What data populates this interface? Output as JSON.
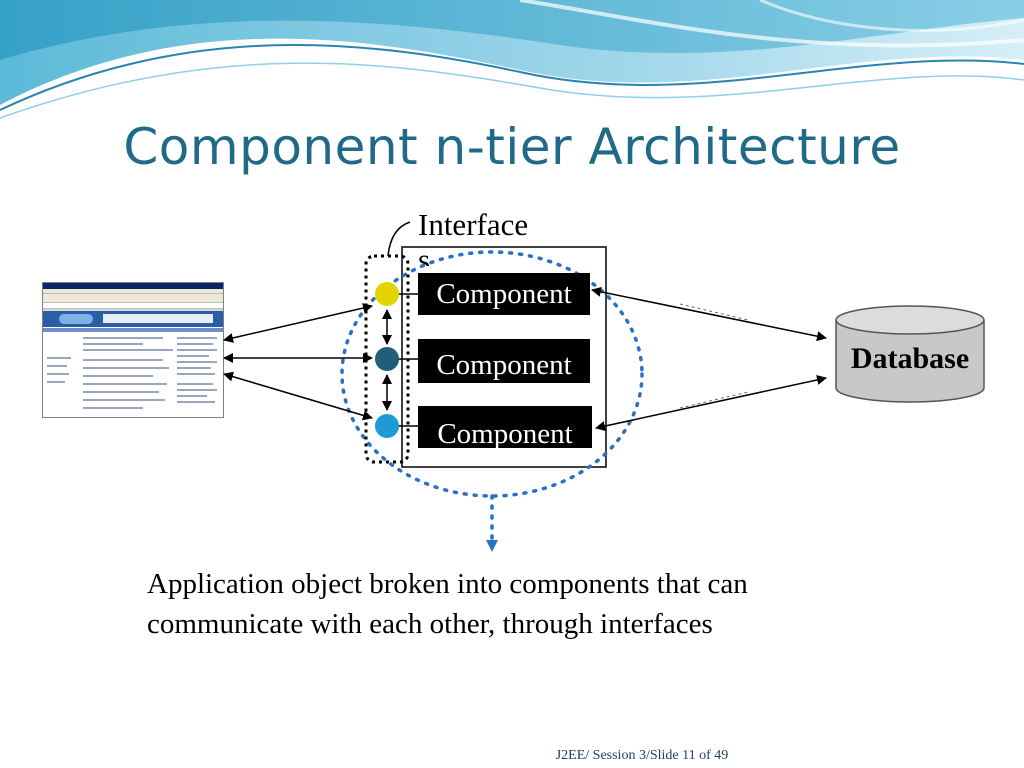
{
  "slide": {
    "title": "Component n-tier Architecture",
    "interface_label_line1": "Interface",
    "interface_label_line2": "s",
    "components": [
      "Component",
      "Component",
      "Component"
    ],
    "database_label": "Database",
    "caption_line1": "Application object broken into components that can",
    "caption_line2": "communicate with each other, through interfaces",
    "footer": "J2EE/ Session 3/Slide 11 of 49"
  },
  "colors": {
    "title": "#1f6b87",
    "wave_dark": "#3aa6c9",
    "wave_light": "#a9dcee",
    "interface_dot_yellow": "#e3d400",
    "interface_dot_teal": "#1f5f78",
    "interface_dot_blue": "#1e9ad6",
    "dotted_circle": "#2a6fc9"
  },
  "icons": {
    "browser": "browser-window-thumbnail",
    "database": "database-cylinder-icon"
  }
}
